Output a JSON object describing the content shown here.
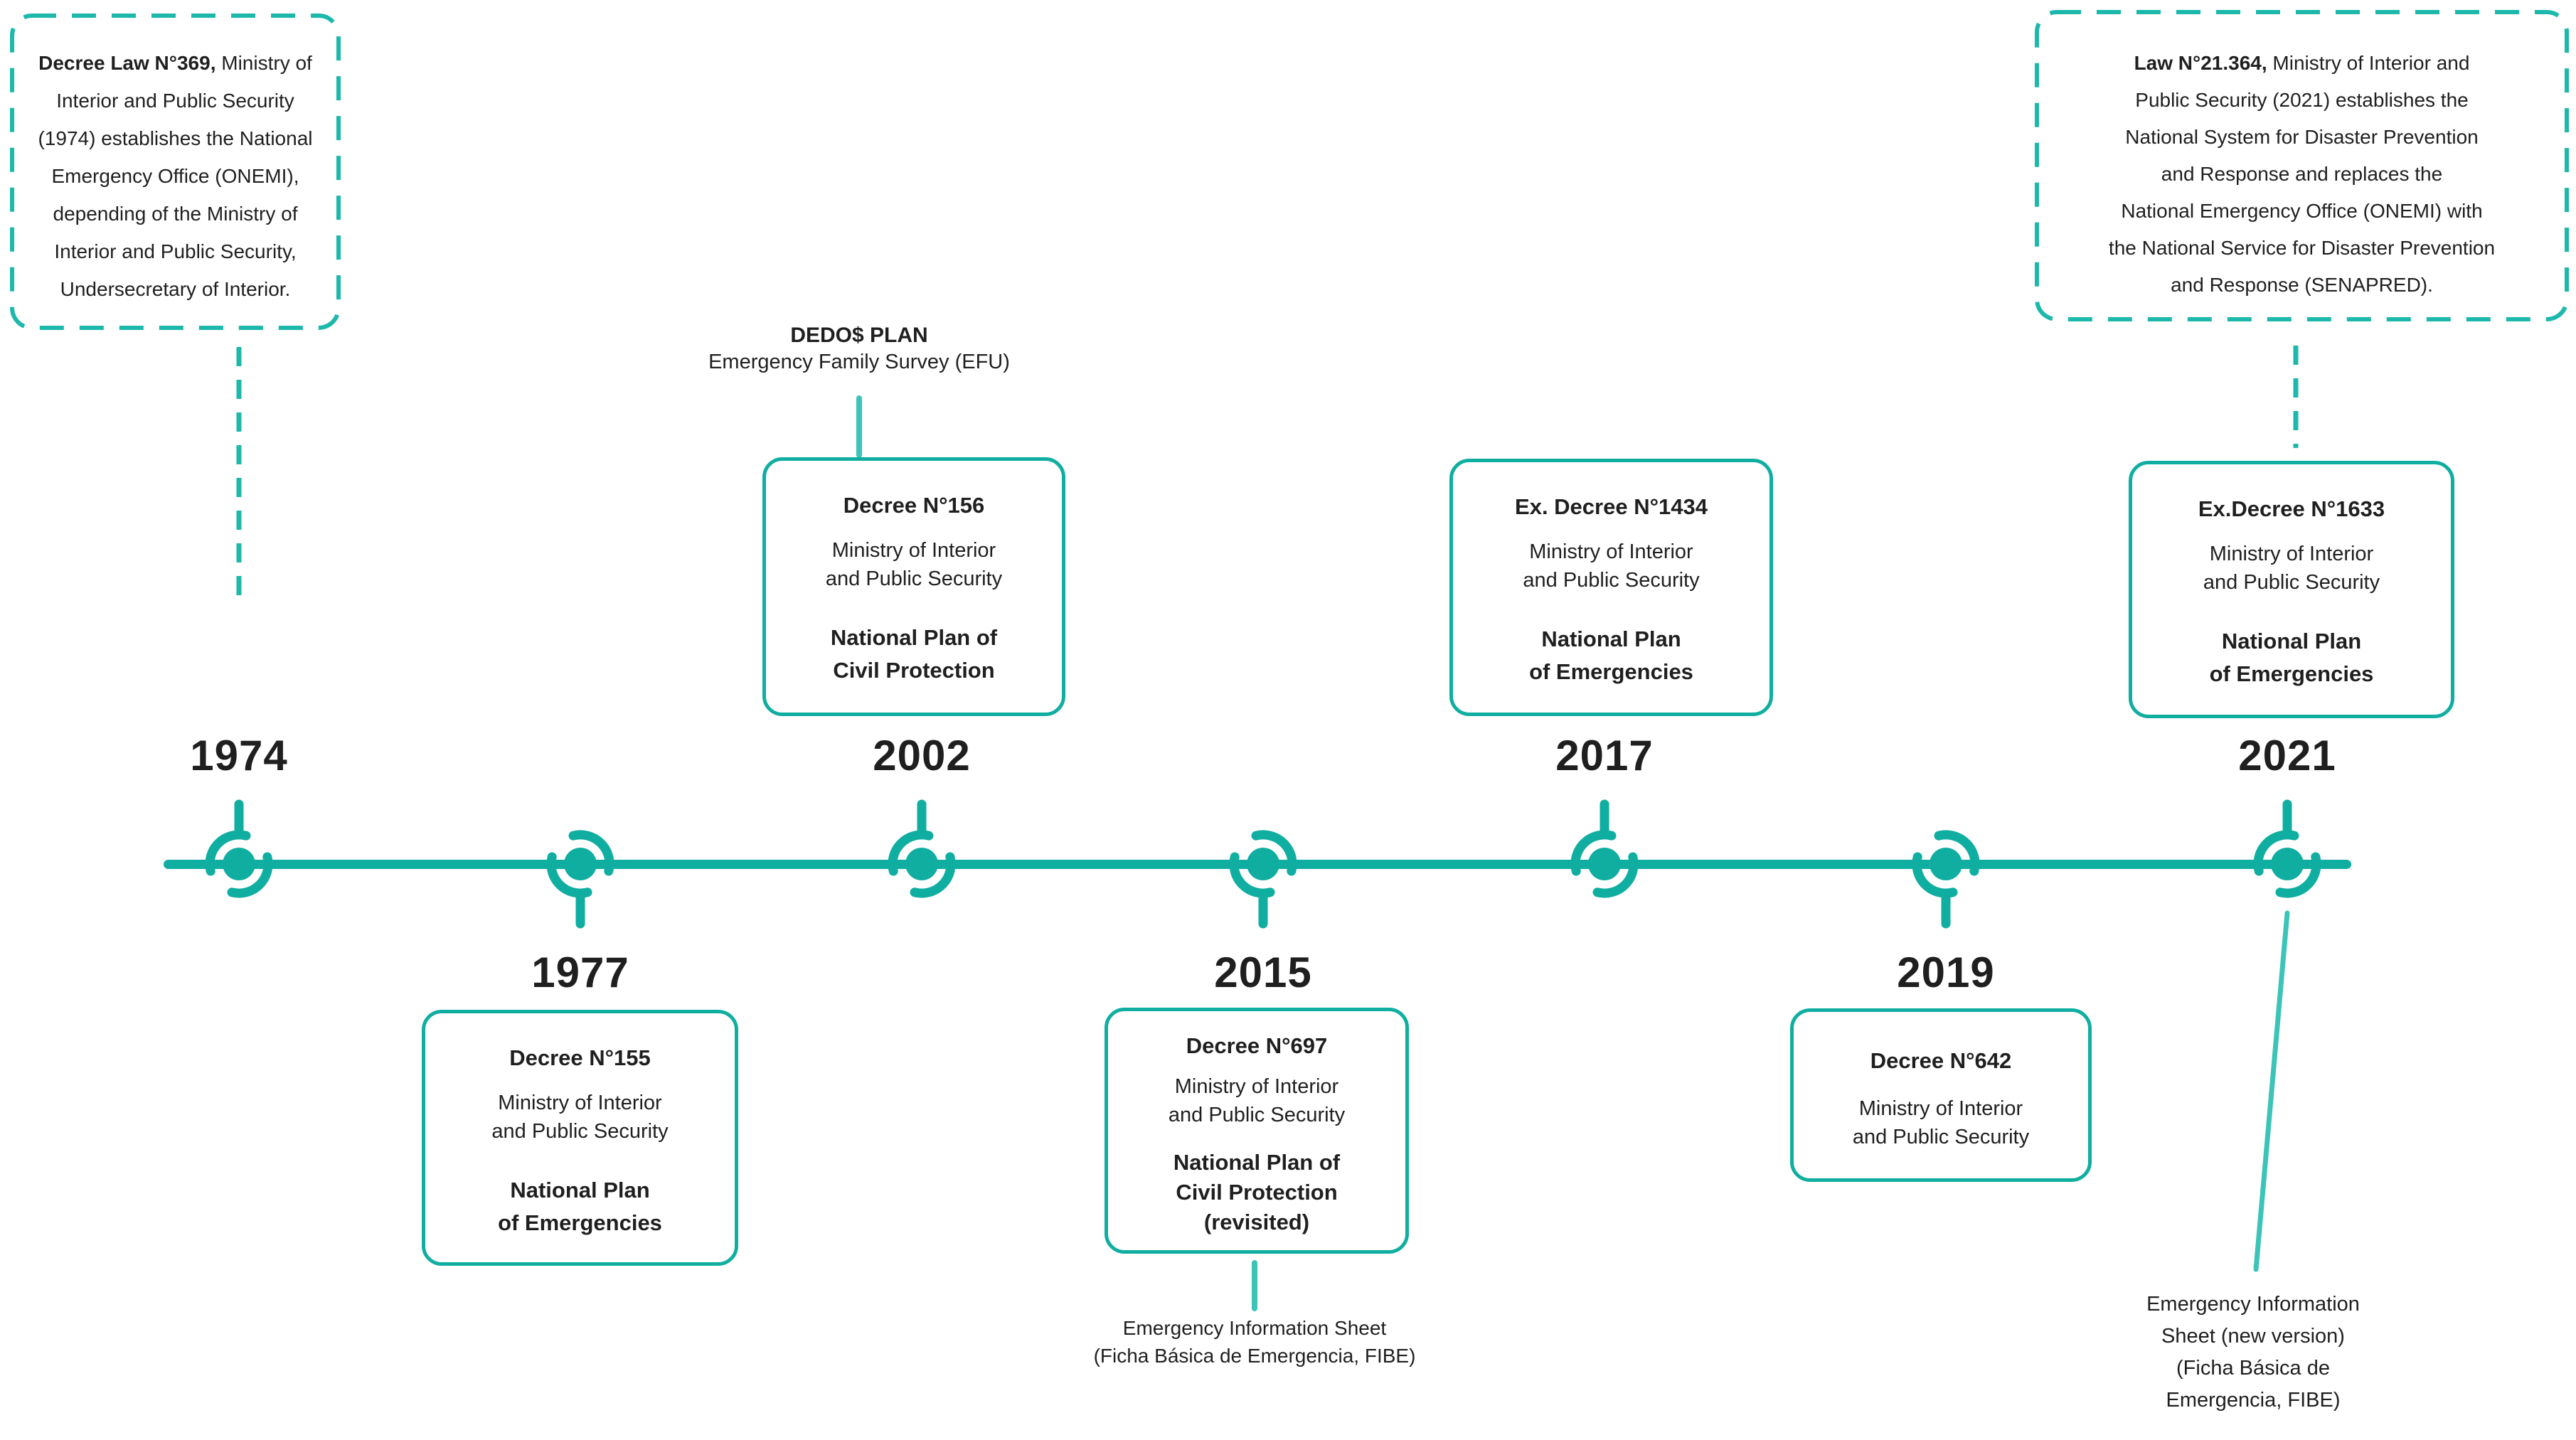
{
  "palette": {
    "teal": "#0faea1",
    "teal_dash": "#1cb8ab",
    "teal_thin": "#3cc4b8",
    "ink": "#1f1f1f"
  },
  "annotations": {
    "note_1974": {
      "lead": "Decree Law N°369,",
      "rest": " Ministry of\nInterior and Public Security\n(1974)  establishes the National\nEmergency Office (ONEMI),\ndepending of the Ministry of\nInterior and Public Security,\nUndersecretary of Interior."
    },
    "note_2021": {
      "lead": "Law N°21.364,",
      "rest": " Ministry of Interior and\nPublic Security  (2021)  establishes the\nNational System for Disaster Prevention\nand Response  and replaces the\nNational Emergency Office (ONEMI) with\nthe National Service for Disaster Prevention\nand Response (SENAPRED)."
    },
    "dedos": {
      "title": "DEDO$ PLAN",
      "subtitle": "Emergency Family Survey (EFU)"
    },
    "fibe_2015": "Emergency Information Sheet\n(Ficha Básica de Emergencia, FIBE)",
    "fibe_2021": "Emergency Information\nSheet (new version)\n(Ficha Básica de\nEmergencia, FIBE)"
  },
  "boxes": {
    "b1977": {
      "title": "Decree N°155",
      "ministry": "Ministry of Interior\nand Public Security",
      "plan": "National Plan\nof Emergencies"
    },
    "b2002": {
      "title": "Decree N°156",
      "ministry": "Ministry of Interior\nand Public Security",
      "plan": "National Plan of\nCivil Protection"
    },
    "b2015": {
      "title": "Decree N°697",
      "ministry": "Ministry of Interior\nand Public Security",
      "plan": "National Plan of\nCivil Protection\n(revisited)"
    },
    "b2017": {
      "title": "Ex. Decree N°1434",
      "ministry": "Ministry of Interior\nand Public Security",
      "plan": "National Plan\nof Emergencies"
    },
    "b2019": {
      "title": "Decree N°642",
      "ministry": "Ministry of Interior\nand Public Security"
    },
    "b1633": {
      "title": "Ex.Decree N°1633",
      "ministry": "Ministry of Interior\nand Public Security",
      "plan": "National Plan\nof Emergencies"
    }
  },
  "timeline": {
    "years": [
      {
        "year": "1974",
        "side": "above"
      },
      {
        "year": "1977",
        "side": "below"
      },
      {
        "year": "2002",
        "side": "above"
      },
      {
        "year": "2015",
        "side": "below"
      },
      {
        "year": "2017",
        "side": "above"
      },
      {
        "year": "2019",
        "side": "below"
      },
      {
        "year": "2021",
        "side": "above"
      }
    ]
  }
}
